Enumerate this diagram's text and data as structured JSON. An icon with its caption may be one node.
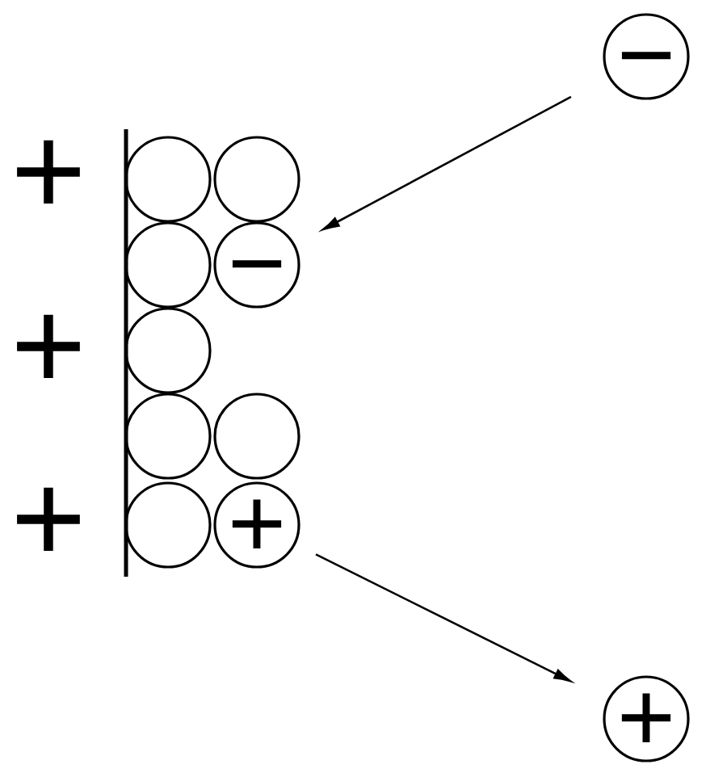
{
  "diagram": {
    "nodes": [
      {
        "text": [
          "−"
        ]
      },
      {
        "text": [],
        "shape": "circle"
      },
      {
        "text": [],
        "shape": "circle"
      },
      {
        "text": [],
        "shape": "circle"
      },
      {
        "text": [
          "−"
        ]
      },
      {
        "text": [],
        "shape": "circle"
      },
      {
        "text": [],
        "shape": "circle"
      },
      {
        "text": [],
        "shape": "circle"
      },
      {
        "text": [],
        "shape": "circle"
      },
      {
        "text": [
          "+"
        ]
      },
      {
        "text": [
          "+"
        ]
      }
    ],
    "edges": [
      {
        "from": 0,
        "to": 4,
        "arrow": "to"
      },
      {
        "from": 9,
        "to": 10,
        "arrow": "to"
      }
    ],
    "labels": [
      "+",
      "+",
      "+"
    ]
  }
}
